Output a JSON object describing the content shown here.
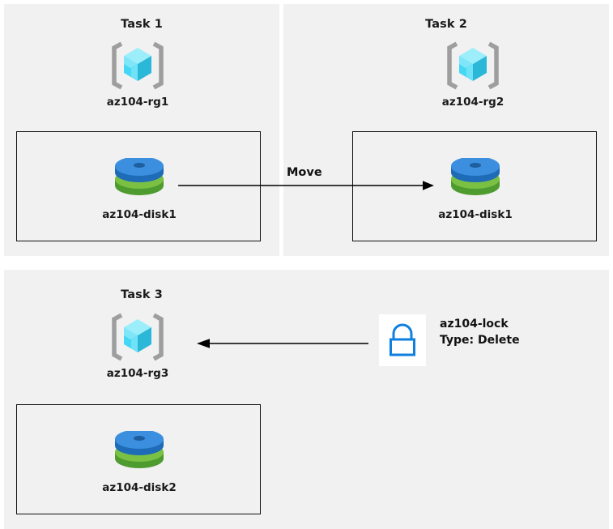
{
  "diagram": {
    "background_color": "#ffffff",
    "panel_color": "#f1f1f1",
    "box_border_color": "#111111",
    "accent_blue": "#3B8FDE",
    "accent_green": "#7AC143",
    "accent_cyan": "#5CE1F7",
    "lock_blue": "#0F7FE0"
  },
  "panels": [
    {
      "title": "Task 1",
      "resource_group": {
        "icon": "resource-group-cube-icon",
        "label": "az104-rg1"
      },
      "resource": {
        "icon": "managed-disk-icon",
        "label": "az104-disk1"
      }
    },
    {
      "title": "Task 2",
      "resource_group": {
        "icon": "resource-group-cube-icon",
        "label": "az104-rg2"
      },
      "resource": {
        "icon": "managed-disk-icon",
        "label": "az104-disk1"
      }
    },
    {
      "title": "Task 3",
      "resource_group": {
        "icon": "resource-group-cube-icon",
        "label": "az104-rg3"
      },
      "resource": {
        "icon": "managed-disk-icon",
        "label": "az104-disk2"
      }
    }
  ],
  "connectors": {
    "move": {
      "label": "Move",
      "direction": "right",
      "icon": "arrow-right-icon"
    },
    "lock_applied": {
      "label": "",
      "direction": "left",
      "icon": "arrow-left-icon"
    }
  },
  "lock": {
    "icon": "lock-icon",
    "name": "az104-lock",
    "type_line": "Type: Delete"
  }
}
